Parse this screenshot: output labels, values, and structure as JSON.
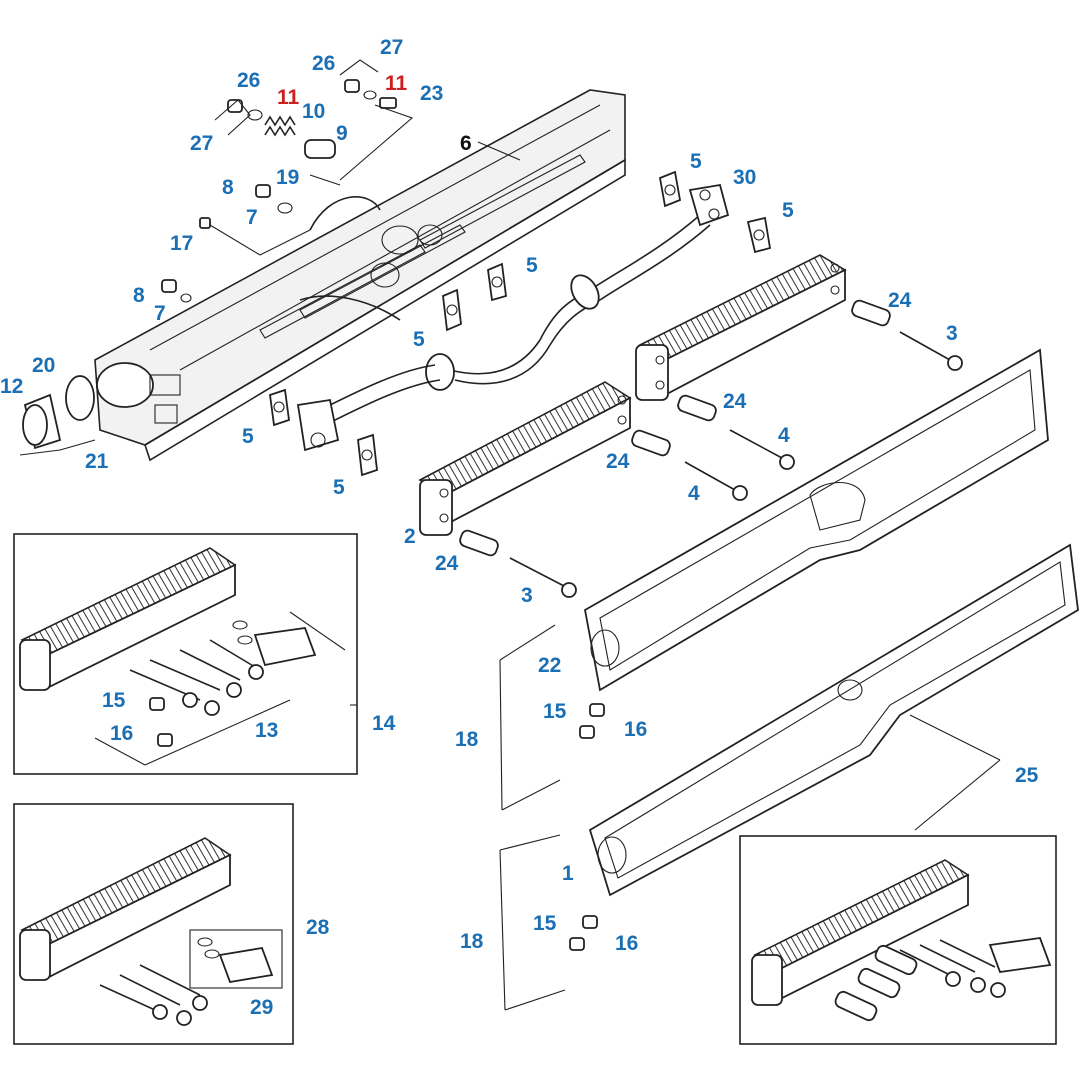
{
  "colors": {
    "callout_blue": "#1b6fb5",
    "callout_red": "#cc1f1f",
    "callout_black": "#111111",
    "line": "#222222"
  },
  "callouts": [
    {
      "id": "c26a",
      "text": "26",
      "color": "blue"
    },
    {
      "id": "c27a",
      "text": "27",
      "color": "blue"
    },
    {
      "id": "c11a",
      "text": "11",
      "color": "red"
    },
    {
      "id": "c10",
      "text": "10",
      "color": "blue"
    },
    {
      "id": "c9",
      "text": "9",
      "color": "blue"
    },
    {
      "id": "c27b",
      "text": "27",
      "color": "blue"
    },
    {
      "id": "c26b",
      "text": "26",
      "color": "blue"
    },
    {
      "id": "c11b",
      "text": "11",
      "color": "red"
    },
    {
      "id": "c23",
      "text": "23",
      "color": "blue"
    },
    {
      "id": "c6",
      "text": "6",
      "color": "black"
    },
    {
      "id": "c19",
      "text": "19",
      "color": "blue"
    },
    {
      "id": "c8a",
      "text": "8",
      "color": "blue"
    },
    {
      "id": "c7a",
      "text": "7",
      "color": "blue"
    },
    {
      "id": "c17",
      "text": "17",
      "color": "blue"
    },
    {
      "id": "c8b",
      "text": "8",
      "color": "blue"
    },
    {
      "id": "c7b",
      "text": "7",
      "color": "blue"
    },
    {
      "id": "c20",
      "text": "20",
      "color": "blue"
    },
    {
      "id": "c12",
      "text": "12",
      "color": "blue"
    },
    {
      "id": "c21",
      "text": "21",
      "color": "blue"
    },
    {
      "id": "c5a",
      "text": "5",
      "color": "blue"
    },
    {
      "id": "c30",
      "text": "30",
      "color": "blue"
    },
    {
      "id": "c5b",
      "text": "5",
      "color": "blue"
    },
    {
      "id": "c5c",
      "text": "5",
      "color": "blue"
    },
    {
      "id": "c5d",
      "text": "5",
      "color": "blue"
    },
    {
      "id": "c24a",
      "text": "24",
      "color": "blue"
    },
    {
      "id": "c3a",
      "text": "3",
      "color": "blue"
    },
    {
      "id": "c24b",
      "text": "24",
      "color": "blue"
    },
    {
      "id": "c4a",
      "text": "4",
      "color": "blue"
    },
    {
      "id": "c5e",
      "text": "5",
      "color": "blue"
    },
    {
      "id": "c5f",
      "text": "5",
      "color": "blue"
    },
    {
      "id": "c24c",
      "text": "24",
      "color": "blue"
    },
    {
      "id": "c4b",
      "text": "4",
      "color": "blue"
    },
    {
      "id": "c2",
      "text": "2",
      "color": "blue"
    },
    {
      "id": "c24d",
      "text": "24",
      "color": "blue"
    },
    {
      "id": "c3b",
      "text": "3",
      "color": "blue"
    },
    {
      "id": "c22",
      "text": "22",
      "color": "blue"
    },
    {
      "id": "c15a",
      "text": "15",
      "color": "blue"
    },
    {
      "id": "c16a",
      "text": "16",
      "color": "blue"
    },
    {
      "id": "c18a",
      "text": "18",
      "color": "blue"
    },
    {
      "id": "c25",
      "text": "25",
      "color": "blue"
    },
    {
      "id": "c1",
      "text": "1",
      "color": "blue"
    },
    {
      "id": "c15b",
      "text": "15",
      "color": "blue"
    },
    {
      "id": "c16b",
      "text": "16",
      "color": "blue"
    },
    {
      "id": "c18b",
      "text": "18",
      "color": "blue"
    },
    {
      "id": "c14",
      "text": "14",
      "color": "blue"
    },
    {
      "id": "c15c",
      "text": "15",
      "color": "blue"
    },
    {
      "id": "c13",
      "text": "13",
      "color": "blue"
    },
    {
      "id": "c16c",
      "text": "16",
      "color": "blue"
    },
    {
      "id": "c28",
      "text": "28",
      "color": "blue"
    },
    {
      "id": "c29",
      "text": "29",
      "color": "blue"
    }
  ]
}
